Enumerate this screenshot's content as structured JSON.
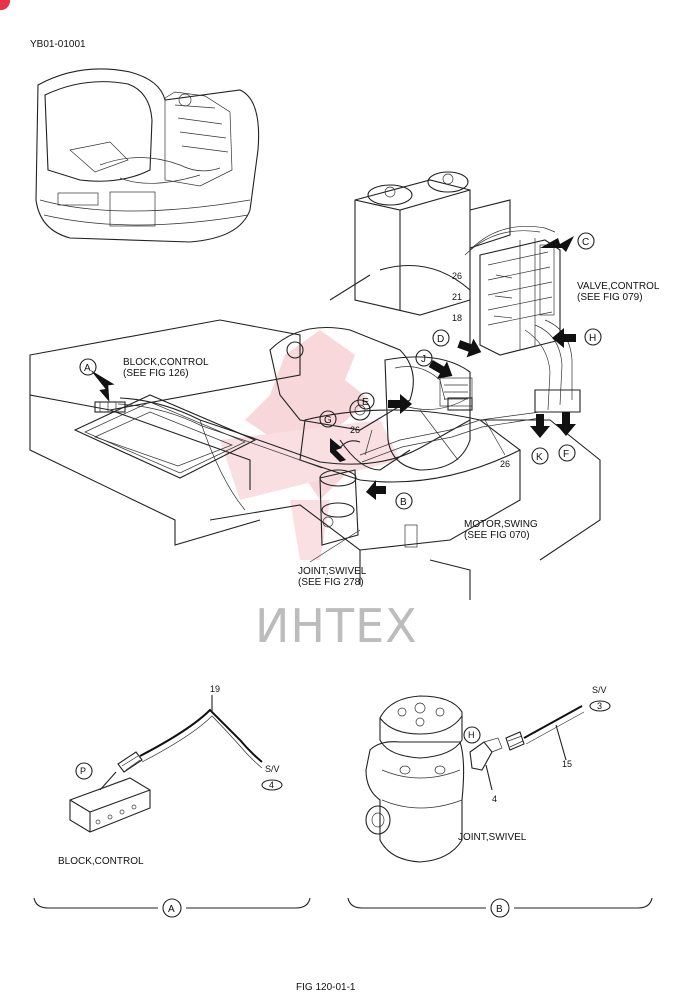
{
  "doc_id": "YB01-01001",
  "callouts": {
    "block_control": "BLOCK,CONTROL",
    "block_control_ref": "(SEE FIG 126)",
    "valve_control": "VALVE,CONTROL",
    "valve_control_ref": "(SEE FIG 079)",
    "motor_swing": "MOTOR,SWING",
    "motor_swing_ref": "(SEE FIG 070)",
    "joint_swivel": "JOINT,SWIVEL",
    "joint_swivel_ref": "(SEE FIG 278)"
  },
  "letters": {
    "a": "A",
    "b": "B",
    "c": "C",
    "d": "D",
    "e": "E",
    "f": "F",
    "g": "G",
    "h": "H",
    "j": "J",
    "k": "K"
  },
  "part_numbers": {
    "p26a": "26",
    "p21": "21",
    "p18": "18",
    "p26b": "26",
    "p26c": "26",
    "p19": "19",
    "p15": "15",
    "p4": "4"
  },
  "detail_a": {
    "port": "P",
    "sv": "S/V",
    "sv_num": "4",
    "caption": "BLOCK,CONTROL",
    "section": "A"
  },
  "detail_b": {
    "port": "H",
    "sv": "S/V",
    "sv_num": "3",
    "caption": "JOINT,SWIVEL",
    "section": "B"
  },
  "watermark": "ИНТЕХ",
  "figure_caption": "FIG 120-01-1"
}
